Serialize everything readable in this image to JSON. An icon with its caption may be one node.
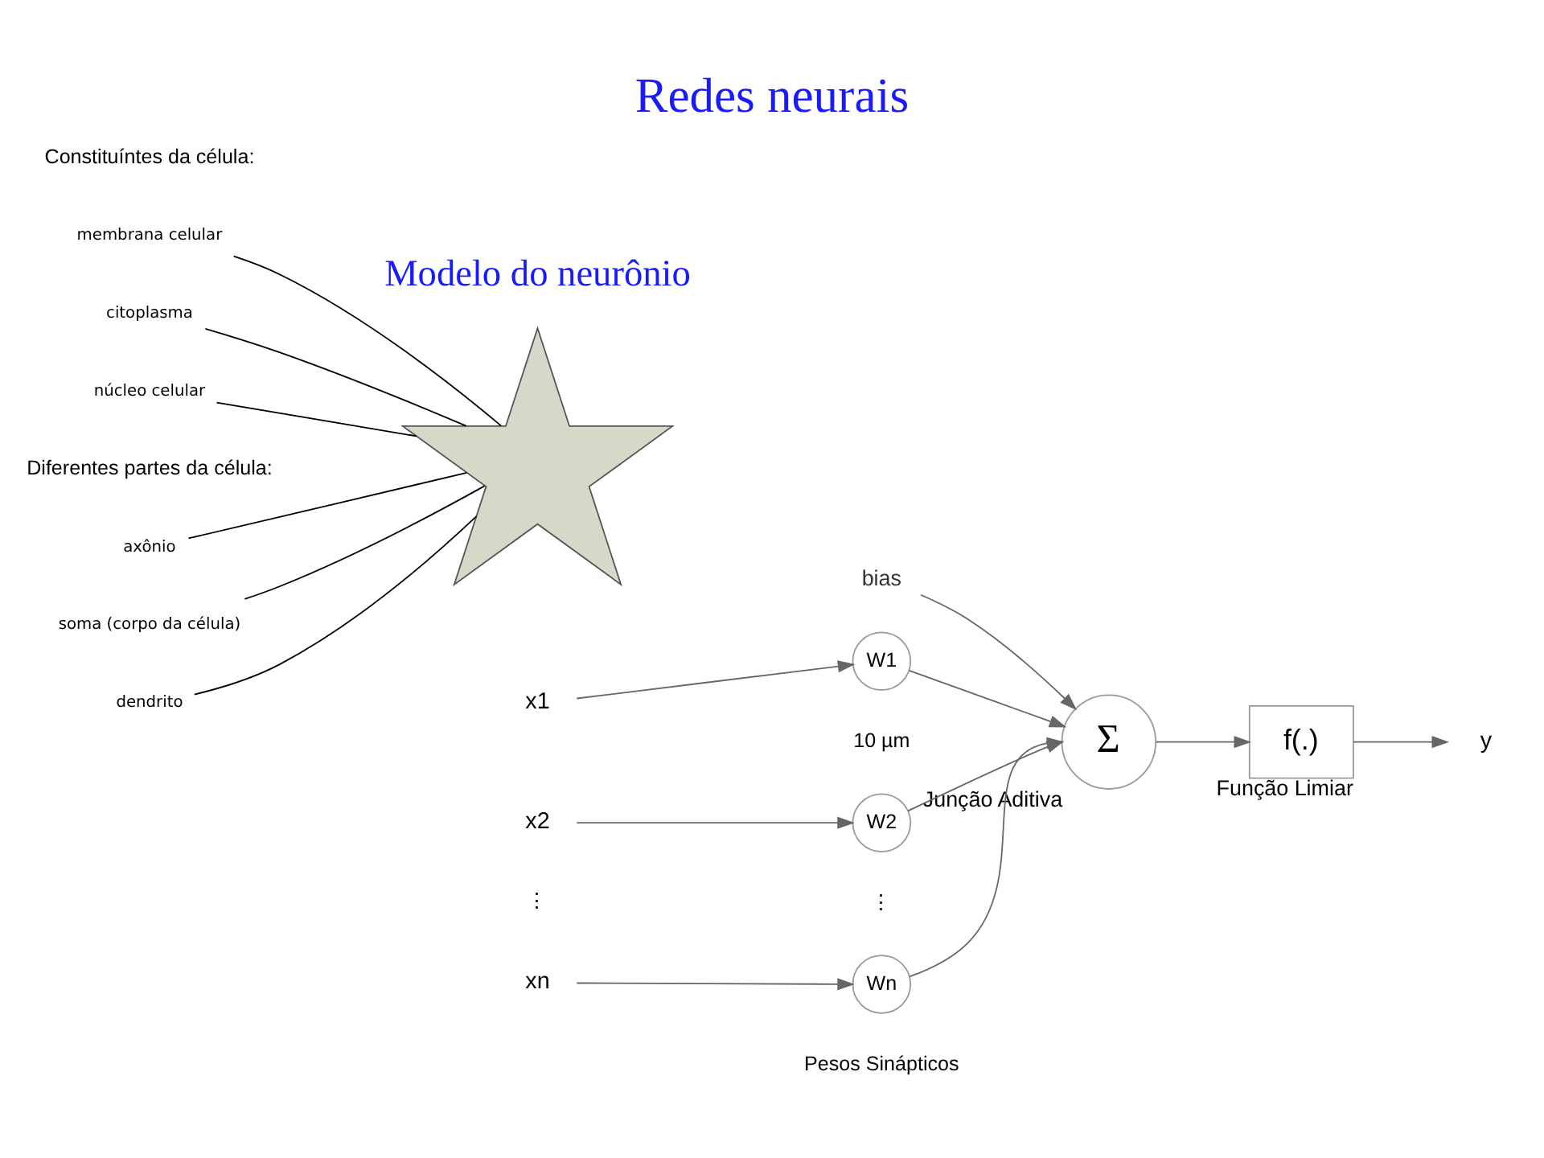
{
  "diagram": {
    "title": "Redes neurais",
    "nodes": [
      {
        "text": [],
        "shape": "picture"
      },
      {
        "text": [
          "membrana celular"
        ]
      },
      {
        "text": [
          "citoplasma"
        ]
      },
      {
        "text": [
          "núcleo celular"
        ]
      },
      {
        "text": [
          "axônio"
        ]
      },
      {
        "text": [
          "soma (corpo da célula)"
        ]
      },
      {
        "text": [
          "dendrito"
        ]
      },
      {
        "text": [
          "x1"
        ]
      },
      {
        "text": [
          "x2"
        ]
      },
      {
        "text": [
          "xn"
        ]
      },
      {
        "text": [
          "W1"
        ]
      },
      {
        "text": [
          "W2"
        ]
      },
      {
        "text": [
          "Wn"
        ]
      },
      {
        "text": [
          "bias"
        ]
      },
      {
        "text": [
          "Σ"
        ],
        "beside": [
          "Junção Aditiva"
        ]
      },
      {
        "text": [
          "f(.)"
        ],
        "beside": [
          "Função Limiar"
        ]
      },
      {
        "text": [
          "y"
        ]
      }
    ],
    "edges": [
      {
        "from": 1,
        "to": 0,
        "arrow": "none",
        "color": "#000000"
      },
      {
        "from": 2,
        "to": 0,
        "arrow": "none",
        "color": "#000000"
      },
      {
        "from": 3,
        "to": 0,
        "arrow": "none",
        "color": "#000000"
      },
      {
        "from": 4,
        "to": 0,
        "arrow": "none",
        "color": "#000000"
      },
      {
        "from": 5,
        "to": 0,
        "arrow": "none",
        "color": "#000000"
      },
      {
        "from": 6,
        "to": 0,
        "arrow": "none",
        "color": "#000000"
      },
      {
        "from": 7,
        "to": 10,
        "arrow": "to"
      },
      {
        "from": 8,
        "to": 11,
        "arrow": "to"
      },
      {
        "from": 9,
        "to": 12,
        "arrow": "to"
      },
      {
        "from": 10,
        "to": 14,
        "arrow": "to"
      },
      {
        "from": 11,
        "to": 14,
        "arrow": "to"
      },
      {
        "from": 12,
        "to": 14,
        "arrow": "to"
      },
      {
        "from": 13,
        "to": 14,
        "arrow": "to"
      },
      {
        "from": 14,
        "to": 15,
        "arrow": "to"
      },
      {
        "from": 15,
        "to": 16,
        "arrow": "to"
      }
    ],
    "labels": [
      "Modelo do neurônio",
      "Constituíntes da célula:",
      "Diferentes partes da célula:",
      "10 µm",
      "⋮",
      "⋮",
      "Pesos Sinápticos"
    ]
  }
}
